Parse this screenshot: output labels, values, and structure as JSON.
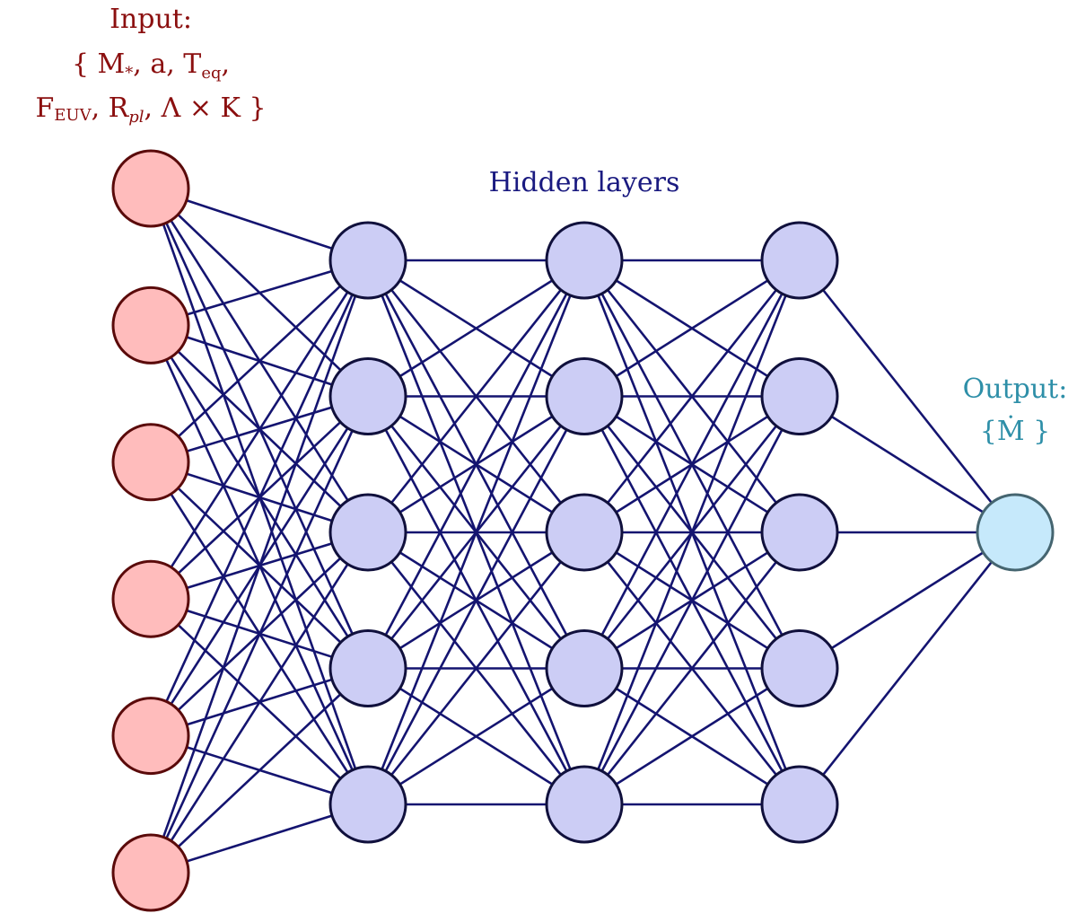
{
  "diagram": {
    "type": "neural-network",
    "input_label": {
      "line1": "Input:",
      "line2": "{ M",
      "line2_sub": "*",
      "line2_rest": ", a, T",
      "line2_sub2": "eq",
      "line2_end": ",",
      "line3": "F",
      "line3_sub": "EUV",
      "line3_mid": ", R",
      "line3_sub2": "pl",
      "line3_end": ", Λ × K }"
    },
    "hidden_label": "Hidden layers",
    "output_label": {
      "line1": "Output:",
      "line2": "{Ṁ }"
    },
    "layers": [
      {
        "name": "input",
        "nodes": 6,
        "role": "input"
      },
      {
        "name": "hidden-1",
        "nodes": 5,
        "role": "hidden"
      },
      {
        "name": "hidden-2",
        "nodes": 5,
        "role": "hidden"
      },
      {
        "name": "hidden-3",
        "nodes": 5,
        "role": "hidden"
      },
      {
        "name": "output",
        "nodes": 1,
        "role": "output"
      }
    ],
    "connectivity": "fully-connected",
    "colors": {
      "input_fill": "#ffbcbc",
      "input_stroke": "#5a0a0a",
      "hidden_fill": "#cccdf5",
      "hidden_stroke": "#10103c",
      "output_fill": "#c6e9fb",
      "output_stroke": "#456570",
      "edge": "#141470",
      "input_text": "#8b0f0f",
      "hidden_text": "#1a1a80",
      "output_text": "#2e8fa8"
    }
  }
}
